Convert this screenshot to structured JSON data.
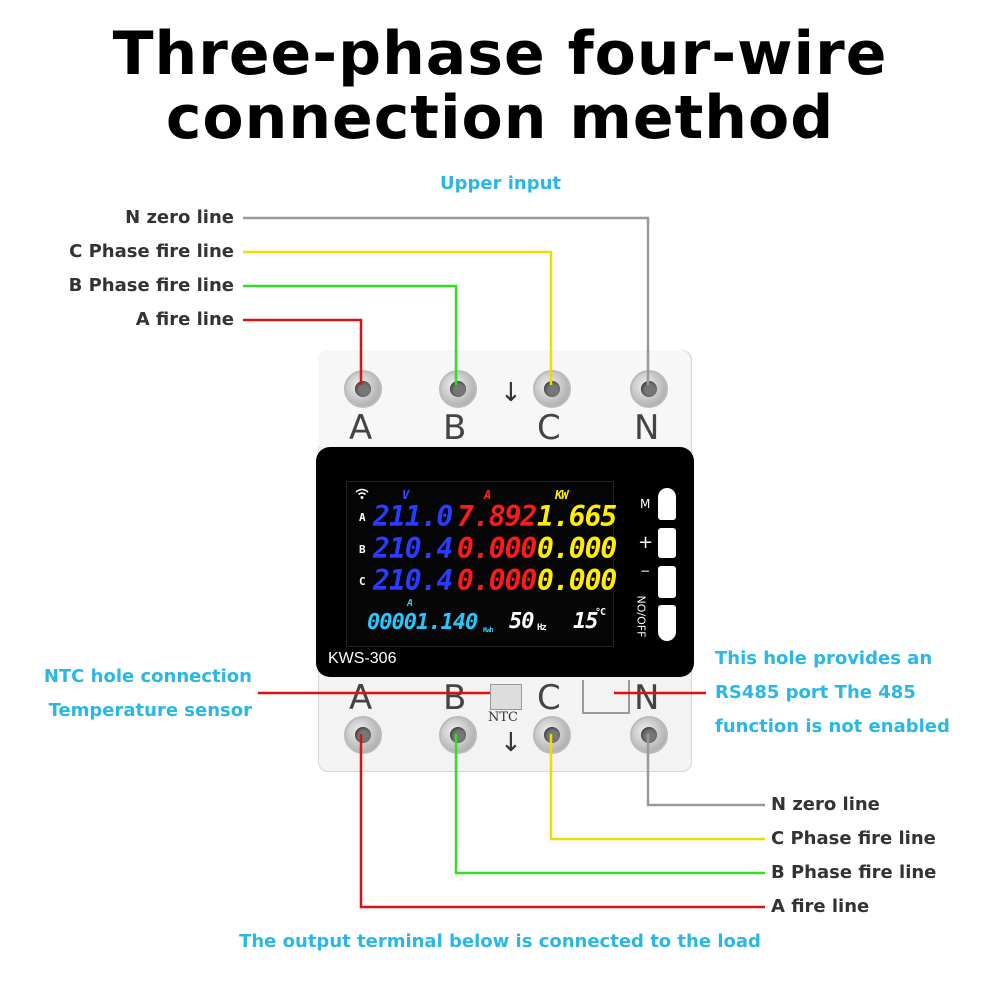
{
  "title": {
    "line1": "Three-phase four-wire",
    "line2": "connection method"
  },
  "upper_input": "Upper input",
  "upper_labels": {
    "n": "N zero line",
    "c": "C Phase fire line",
    "b": "B Phase fire line",
    "a": "A fire line"
  },
  "lower_labels": {
    "n": "N zero line",
    "c": "C Phase fire line",
    "b": "B Phase fire line",
    "a": "A fire line"
  },
  "ntc_label": {
    "line1": "NTC hole connection",
    "line2": "Temperature sensor"
  },
  "rs485_label": {
    "line1": "This hole provides an",
    "line2": "RS485 port The 485",
    "line3": "function is not enabled"
  },
  "output_note": "The output terminal below is connected to the load",
  "terminals": {
    "a": "A",
    "b": "B",
    "c": "C",
    "n": "N"
  },
  "ntc_text": "NTC",
  "model": "KWS-306",
  "display": {
    "headers": {
      "v": "V",
      "a": "A",
      "kw": "KW"
    },
    "rows": [
      {
        "phase": "A",
        "v": "211.0",
        "a": "7.892",
        "kw": "1.665"
      },
      {
        "phase": "B",
        "v": "210.4",
        "a": "0.000",
        "kw": "0.000"
      },
      {
        "phase": "C",
        "v": "210.4",
        "a": "0.000",
        "kw": "0.000"
      }
    ],
    "energy_header": "A",
    "energy": "00001.140",
    "energy_unit": "Kwh",
    "freq": "50",
    "freq_unit": "Hz",
    "temp": "15",
    "temp_unit": "°C"
  },
  "buttons": {
    "m": "M",
    "plus": "+",
    "minus": "−",
    "onoff": "NO/OFF"
  },
  "colors": {
    "gray": "#999999",
    "yellow": "#f5d800",
    "green": "#33dd22",
    "red": "#dd1111",
    "cyan": "#2ab7e6"
  }
}
